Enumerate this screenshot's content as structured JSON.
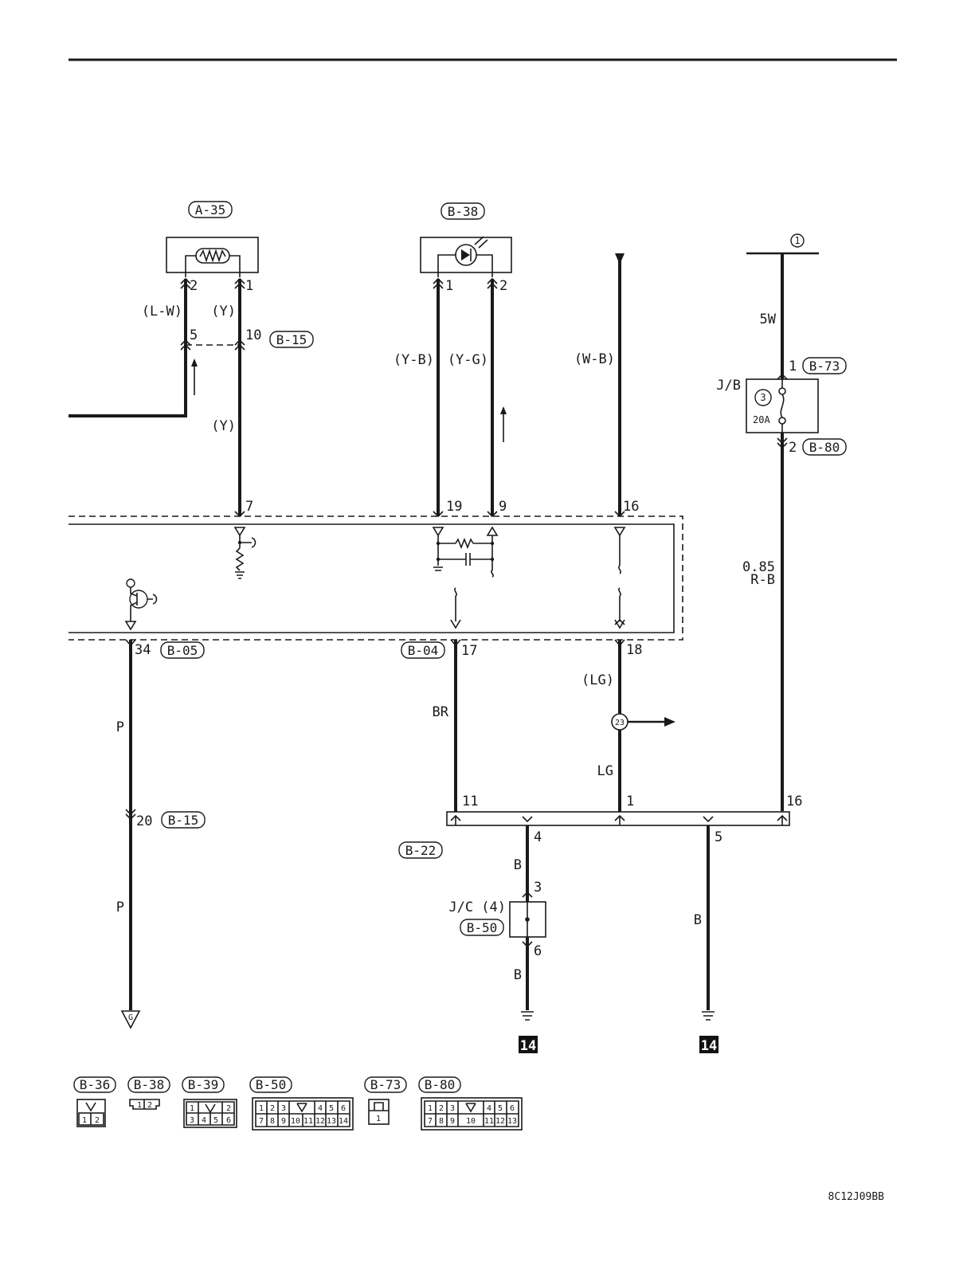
{
  "diagram": {
    "connectors": {
      "a35": "A-35",
      "b38": "B-38",
      "b15_top": "B-15",
      "b73": "B-73",
      "b80": "B-80",
      "b05": "B-05",
      "b04": "B-04",
      "b15_bottom": "B-15",
      "b22": "B-22",
      "b50": "B-50"
    },
    "wire_colors": {
      "lw": "(L-W)",
      "y_top": "(Y)",
      "y_mid": "(Y)",
      "yb": "(Y-B)",
      "yg": "(Y-G)",
      "wb": "(W-B)",
      "w5": "5W",
      "rb_size": "0.85",
      "rb": "R-B",
      "p_top": "P",
      "p_bottom": "P",
      "br": "BR",
      "lg_paren": "(LG)",
      "lg": "LG",
      "b_4": "B",
      "b_6": "B",
      "b_5": "B"
    },
    "pins": {
      "a35_2": "2",
      "a35_1": "1",
      "b15_5": "5",
      "b15_10": "10",
      "b38_1": "1",
      "b38_2": "2",
      "ecu_7": "7",
      "ecu_19": "19",
      "ecu_9": "9",
      "ecu_16": "16",
      "b73_1": "1",
      "b80_2": "2",
      "b05_34": "34",
      "b04_17": "17",
      "ecu_18": "18",
      "b15_20": "20",
      "b22_11": "11",
      "b22_1": "1",
      "b22_16": "16",
      "b22_4": "4",
      "b22_5": "5",
      "jc_3": "3",
      "jc_6": "6"
    },
    "jb_label": "J/B",
    "fuse_number": "3",
    "fuse_rating": "20A",
    "jc_label": "J/C (4)",
    "splice_number": "23",
    "source_number": "1",
    "ground_tag": "G",
    "ground_point_left": "14",
    "ground_point_right": "14"
  },
  "connector_legend": {
    "labels": [
      "B-36",
      "B-38",
      "B-39",
      "B-50",
      "B-73",
      "B-80"
    ],
    "b36_cells": [
      "1",
      "2"
    ],
    "b38_cells": [
      "1",
      "2"
    ],
    "b39_top": [
      "1",
      "2"
    ],
    "b39_bottom": [
      "3",
      "4",
      "5",
      "6"
    ],
    "b50_top": [
      "1",
      "2",
      "3",
      "4",
      "5",
      "6"
    ],
    "b50_bottom": [
      "7",
      "8",
      "9",
      "10",
      "11",
      "12",
      "13",
      "14"
    ],
    "b73_cells": [
      "1"
    ],
    "b80_top": [
      "1",
      "2",
      "3",
      "4",
      "5",
      "6"
    ],
    "b80_bottom": [
      "7",
      "8",
      "9",
      "10",
      "11",
      "12",
      "13"
    ]
  },
  "footer_code": "8C12J09BB"
}
